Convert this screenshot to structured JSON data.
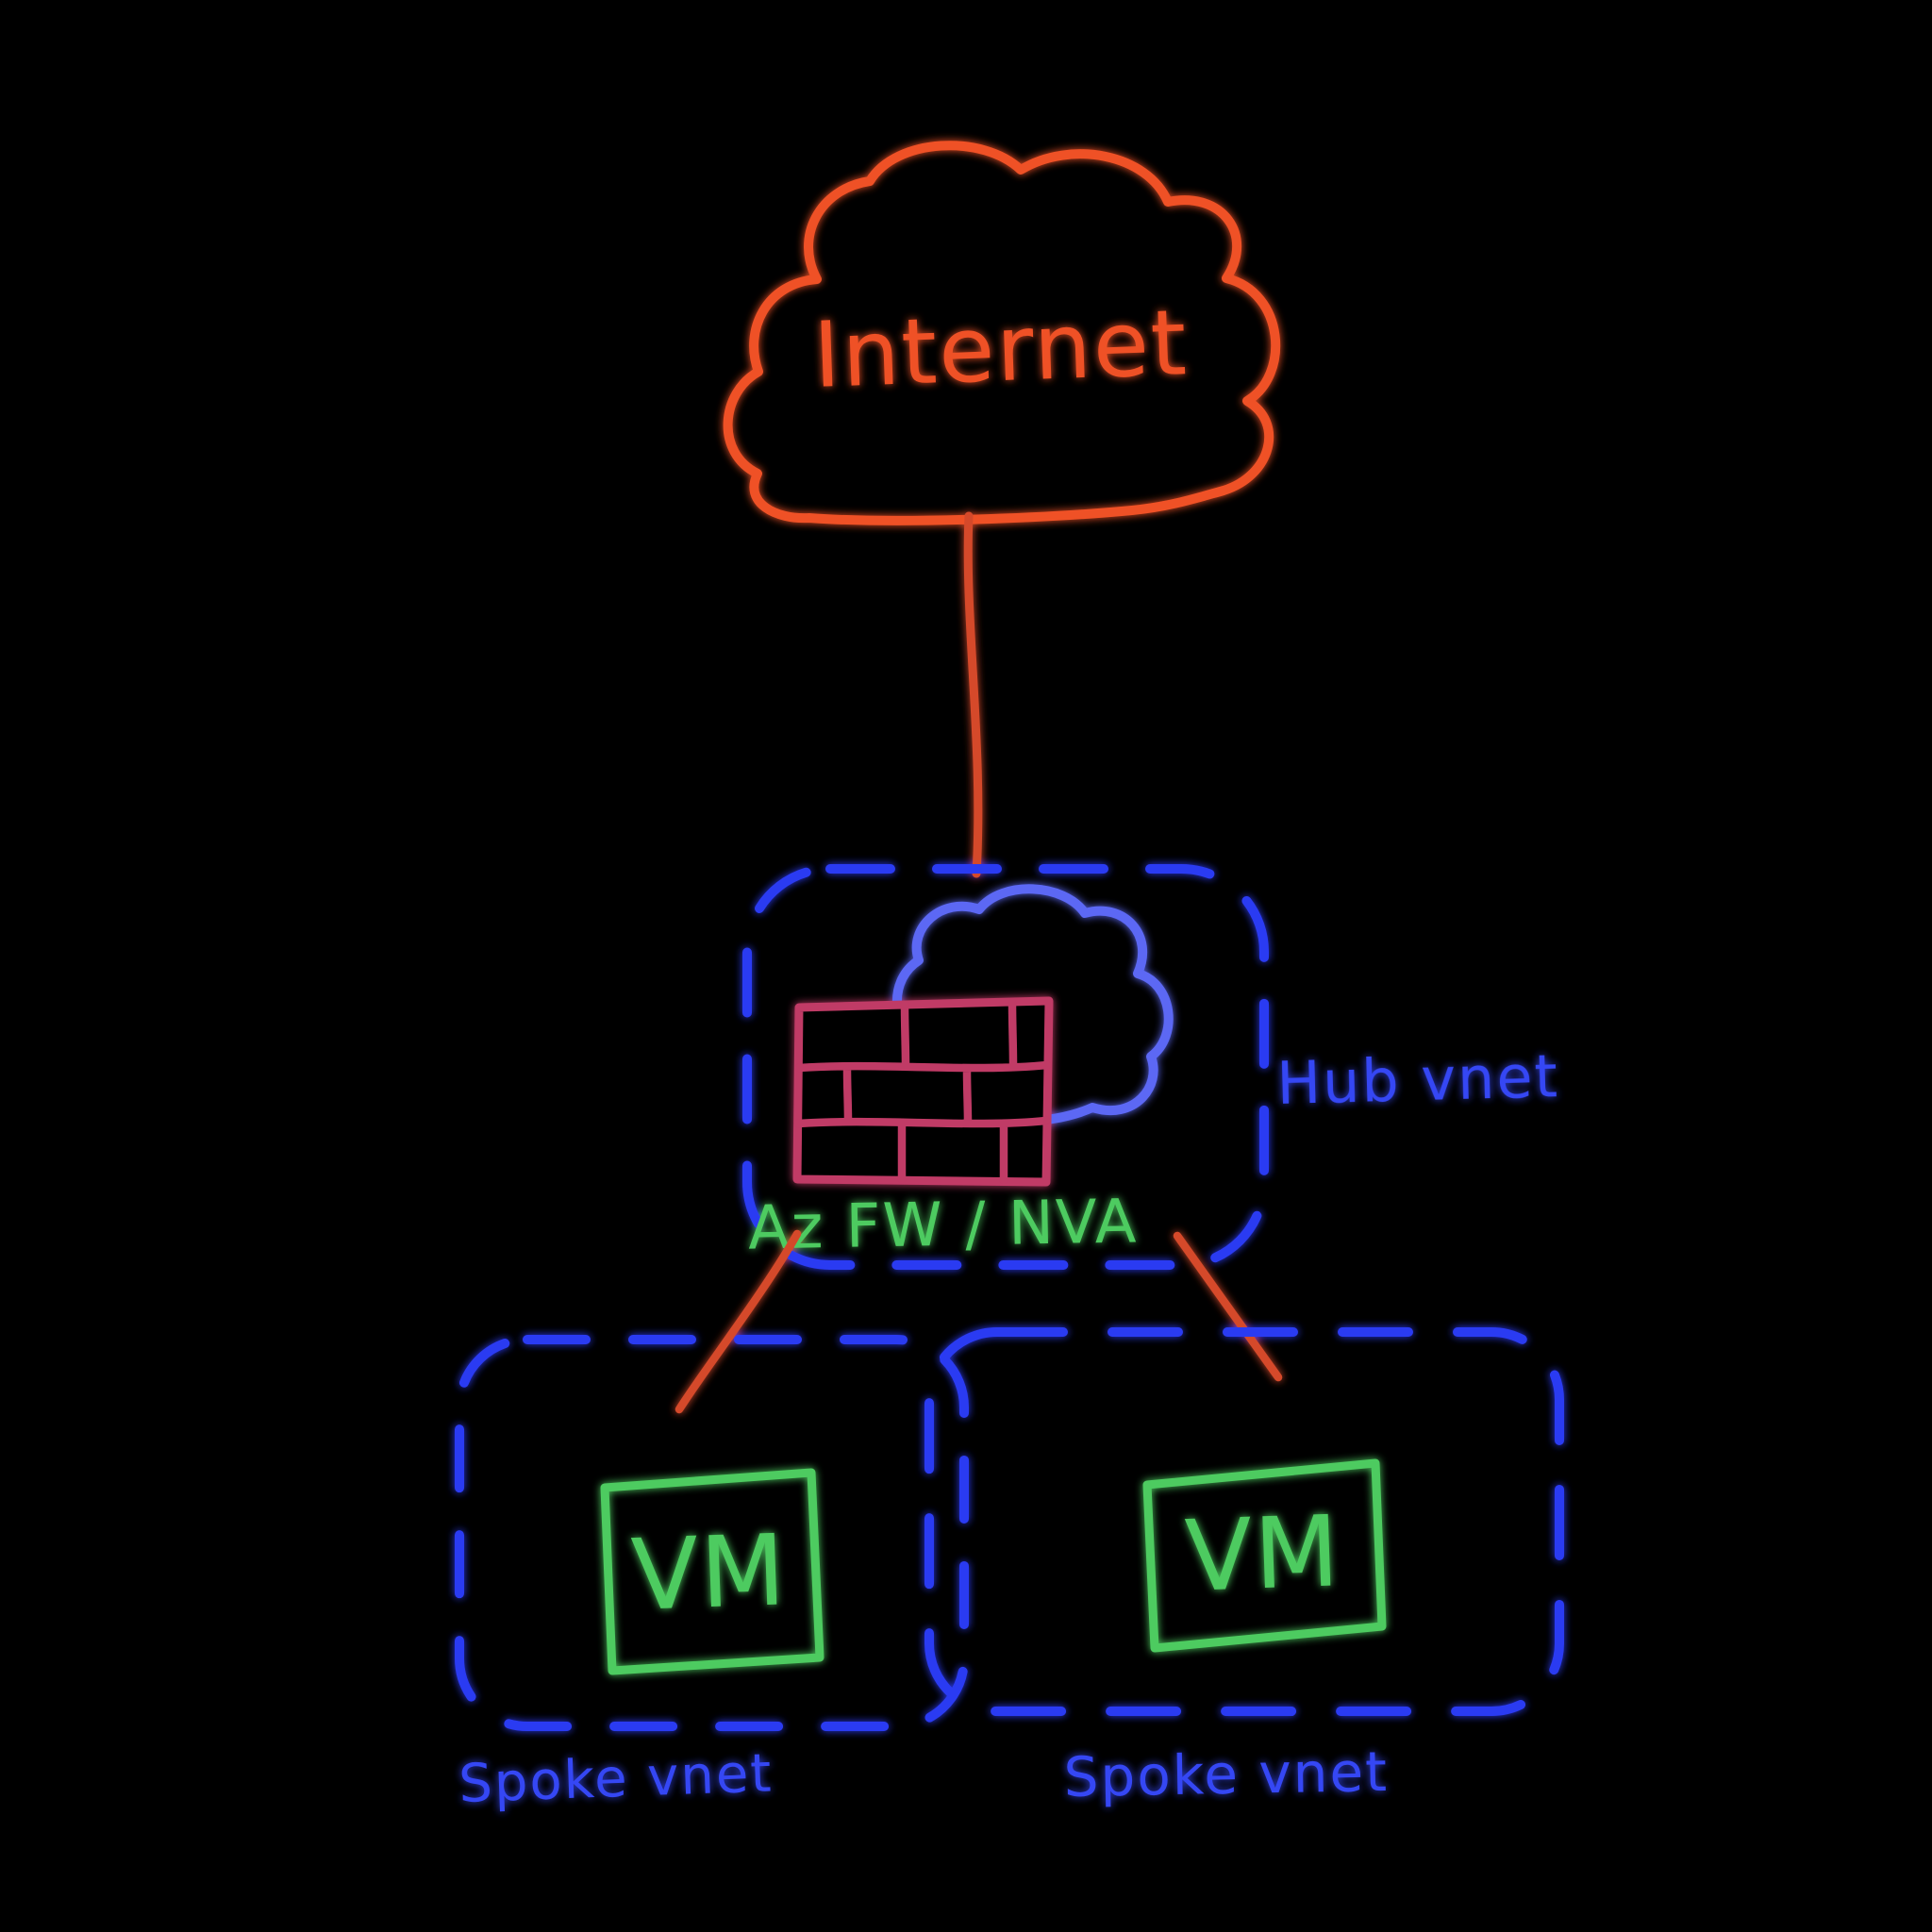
{
  "colors": {
    "background": "#000000",
    "internet_orange": "#ef5128",
    "link_orange": "#d54a2a",
    "vnet_blue": "#2c3bf2",
    "label_blue": "#3546f4",
    "hub_cloud_blue": "#5b68f4",
    "firewall_pink": "#c03a66",
    "green": "#4ecb60"
  },
  "internet_cloud": {
    "icon": "cloud-icon",
    "label": "Internet"
  },
  "hub_vnet": {
    "label": "Hub vnet",
    "cloud_icon": "cloud-icon",
    "firewall_icon": "firewall-brick-icon",
    "firewall_label": "Az FW / NVA"
  },
  "spoke_vnets": [
    {
      "label": "Spoke vnet",
      "vm_icon": "vm-box-icon",
      "vm_label": "VM"
    },
    {
      "label": "Spoke vnet",
      "vm_icon": "vm-box-icon",
      "vm_label": "VM"
    }
  ],
  "connections": [
    {
      "from": "internet",
      "to": "hub-vnet"
    },
    {
      "from": "hub-vnet",
      "to": "spoke-vnet-left"
    },
    {
      "from": "hub-vnet",
      "to": "spoke-vnet-right"
    }
  ]
}
